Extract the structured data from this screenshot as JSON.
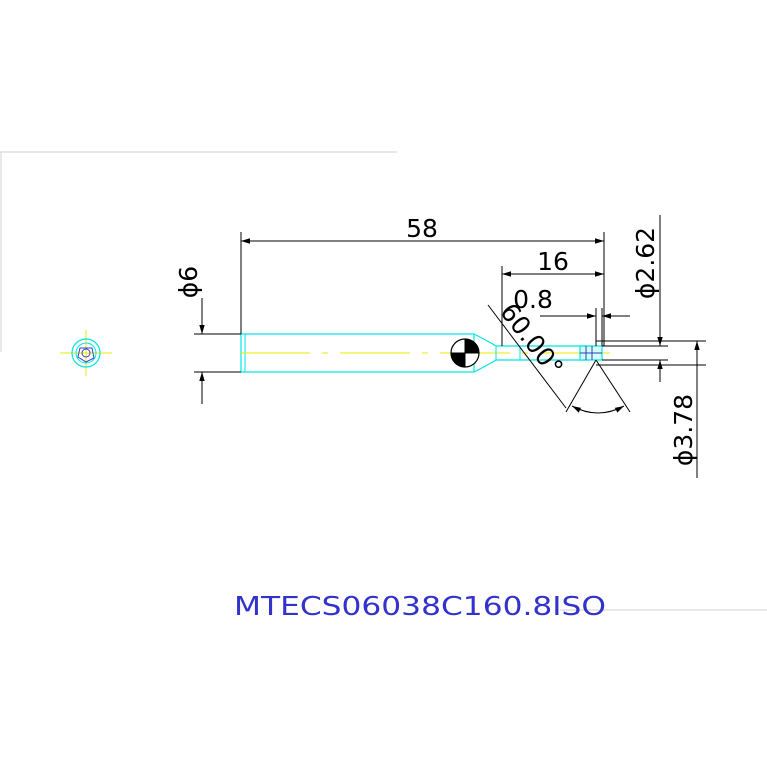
{
  "dimensions": {
    "overall_length": "58",
    "flute_length": "16",
    "tip_length": "0.8",
    "shank_diameter": "ϕ6",
    "tip_diameter": "ϕ2.62",
    "neck_diameter": "ϕ3.78",
    "point_angle": "60.00°"
  },
  "part_number": "MTECS06038C160.8ISO",
  "colors": {
    "outline": "#00e5e5",
    "centerline": "#e8e800",
    "dimension": "#000000",
    "part_number": "#3333cc",
    "frame": "#d0d0d0"
  }
}
